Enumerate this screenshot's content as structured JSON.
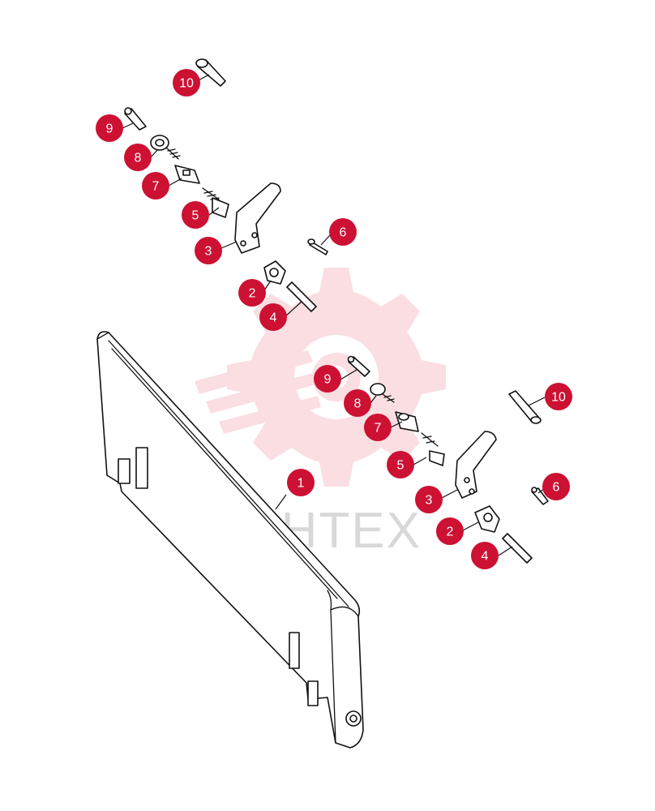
{
  "watermark": {
    "text": "ИНТЕХ",
    "color": "#f0a0a8"
  },
  "callout_color": "#cc1133",
  "callouts": [
    {
      "id": "c10a",
      "label": "10"
    },
    {
      "id": "c9a",
      "label": "9"
    },
    {
      "id": "c8a",
      "label": "8"
    },
    {
      "id": "c7a",
      "label": "7"
    },
    {
      "id": "c5a",
      "label": "5"
    },
    {
      "id": "c3a",
      "label": "3"
    },
    {
      "id": "c6a",
      "label": "6"
    },
    {
      "id": "c2a",
      "label": "2"
    },
    {
      "id": "c4a",
      "label": "4"
    },
    {
      "id": "c1",
      "label": "1"
    },
    {
      "id": "c9b",
      "label": "9"
    },
    {
      "id": "c8b",
      "label": "8"
    },
    {
      "id": "c7b",
      "label": "7"
    },
    {
      "id": "c5b",
      "label": "5"
    },
    {
      "id": "c10b",
      "label": "10"
    },
    {
      "id": "c3b",
      "label": "3"
    },
    {
      "id": "c6b",
      "label": "6"
    },
    {
      "id": "c2b",
      "label": "2"
    },
    {
      "id": "c4b",
      "label": "4"
    }
  ]
}
